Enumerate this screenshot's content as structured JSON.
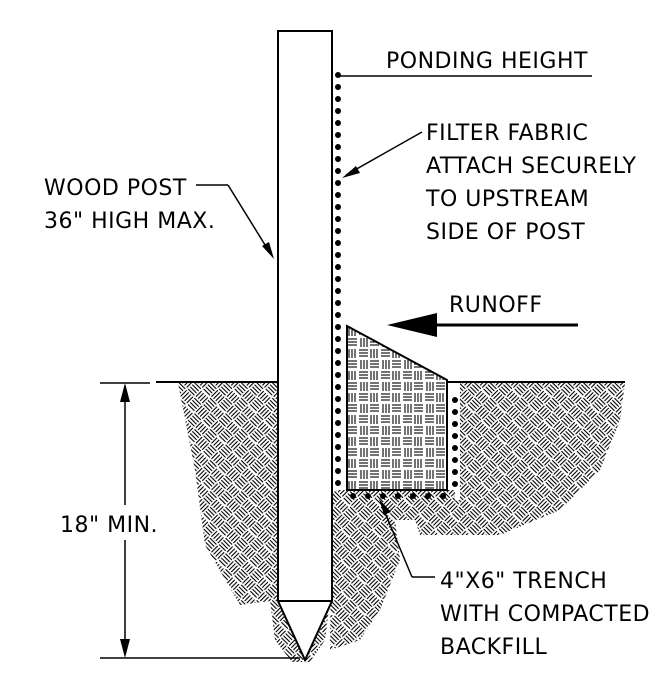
{
  "labels": {
    "ponding_height": "PONDING HEIGHT",
    "filter_fabric": [
      "FILTER FABRIC",
      "ATTACH SECURELY",
      "TO UPSTREAM",
      "SIDE OF POST"
    ],
    "wood_post": [
      "WOOD POST",
      "36\" HIGH MAX."
    ],
    "runoff": "RUNOFF",
    "depth": "18\" MIN.",
    "trench": [
      "4\"X6\" TRENCH",
      "WITH COMPACTED",
      "BACKFILL"
    ]
  },
  "colors": {
    "line": "#000000",
    "background": "#ffffff"
  }
}
